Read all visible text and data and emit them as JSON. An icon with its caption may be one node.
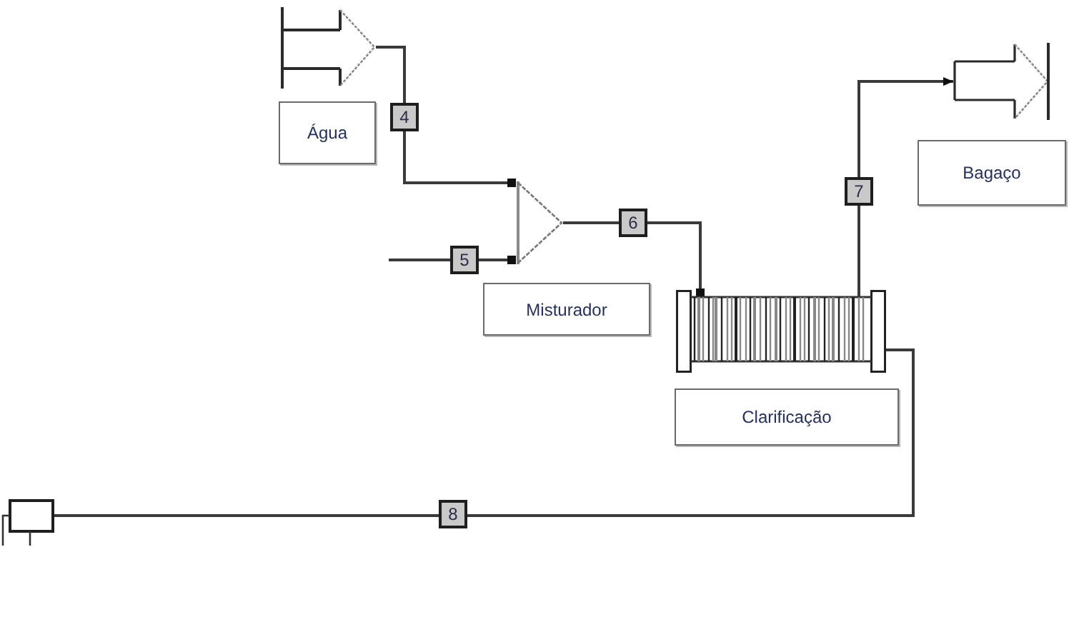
{
  "diagram": {
    "nodes": [
      {
        "text": [],
        "shape": "arrow"
      },
      {
        "text": [
          "Água"
        ]
      },
      {
        "text": [],
        "shape": "arrow"
      },
      {
        "text": [
          "Bagaço"
        ]
      },
      {
        "text": [],
        "shape": "triangle"
      },
      {
        "text": [
          "Misturador"
        ]
      },
      {
        "text": [],
        "shape": "picture"
      },
      {
        "text": [
          "Clarificação"
        ]
      },
      {
        "text": [],
        "shape": "box"
      }
    ],
    "edges": [
      {
        "from": 0,
        "to": 4,
        "arrow": "other",
        "label": "4"
      },
      {
        "from": null,
        "to": 4,
        "arrow": "other",
        "label": "5"
      },
      {
        "from": 4,
        "to": 6,
        "arrow": "other",
        "label": "6"
      },
      {
        "from": 6,
        "to": 2,
        "arrow": "to",
        "label": "7"
      },
      {
        "from": 6,
        "to": 8,
        "arrow": "none",
        "label": "8"
      }
    ]
  }
}
